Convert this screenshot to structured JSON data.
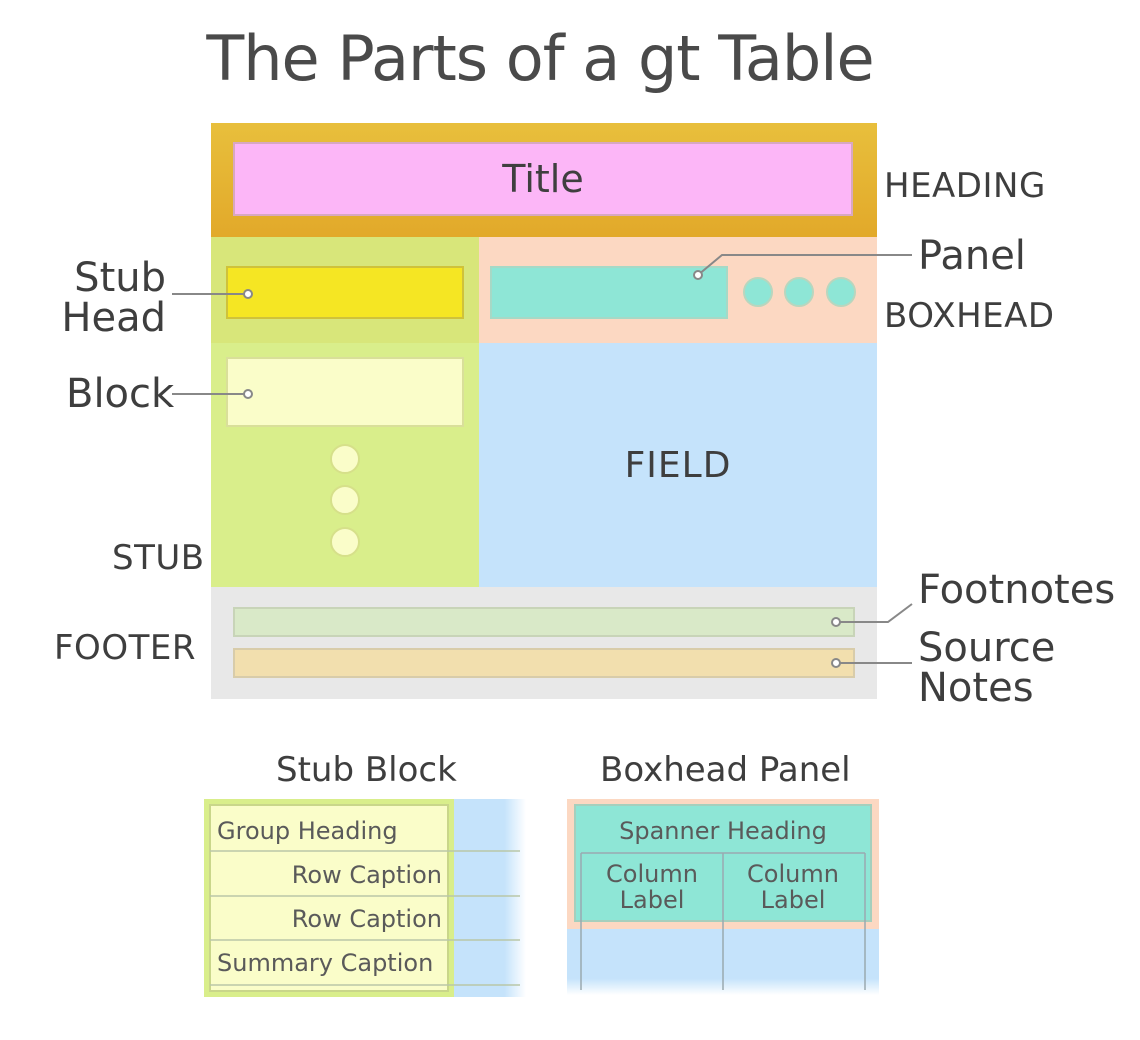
{
  "title": "The Parts of a gt Table",
  "main_diagram": {
    "title_box": "Title",
    "field": "FIELD",
    "regions": {
      "heading": "HEADING",
      "boxhead": "BOXHEAD",
      "stub": "STUB",
      "footer": "FOOTER"
    },
    "parts": {
      "panel": "Panel",
      "stub_head_line1": "Stub",
      "stub_head_line2": "Head",
      "block": "Block",
      "footnotes": "Footnotes",
      "source_notes_line1": "Source",
      "source_notes_line2": "Notes"
    }
  },
  "stub_block": {
    "title": "Stub Block",
    "rows": [
      "Group Heading",
      "Row Caption",
      "Row Caption",
      "Summary Caption"
    ]
  },
  "boxhead_panel": {
    "title": "Boxhead Panel",
    "spanner": "Spanner Heading",
    "column_labels": [
      {
        "line1": "Column",
        "line2": "Label"
      },
      {
        "line1": "Column",
        "line2": "Label"
      }
    ]
  },
  "colors": {
    "heading": "#e5b534",
    "title": "#fcb6f7",
    "stub_head": "#f5e623",
    "boxhead": "#fcd8c2",
    "panel": "#8ee6d6",
    "stub": "#d9ee8b",
    "block": "#fafdc9",
    "field": "#c5e3fb",
    "footer": "#e8e8e8",
    "footnotes": "#d9e9c8",
    "source_notes": "#f2dfae"
  }
}
